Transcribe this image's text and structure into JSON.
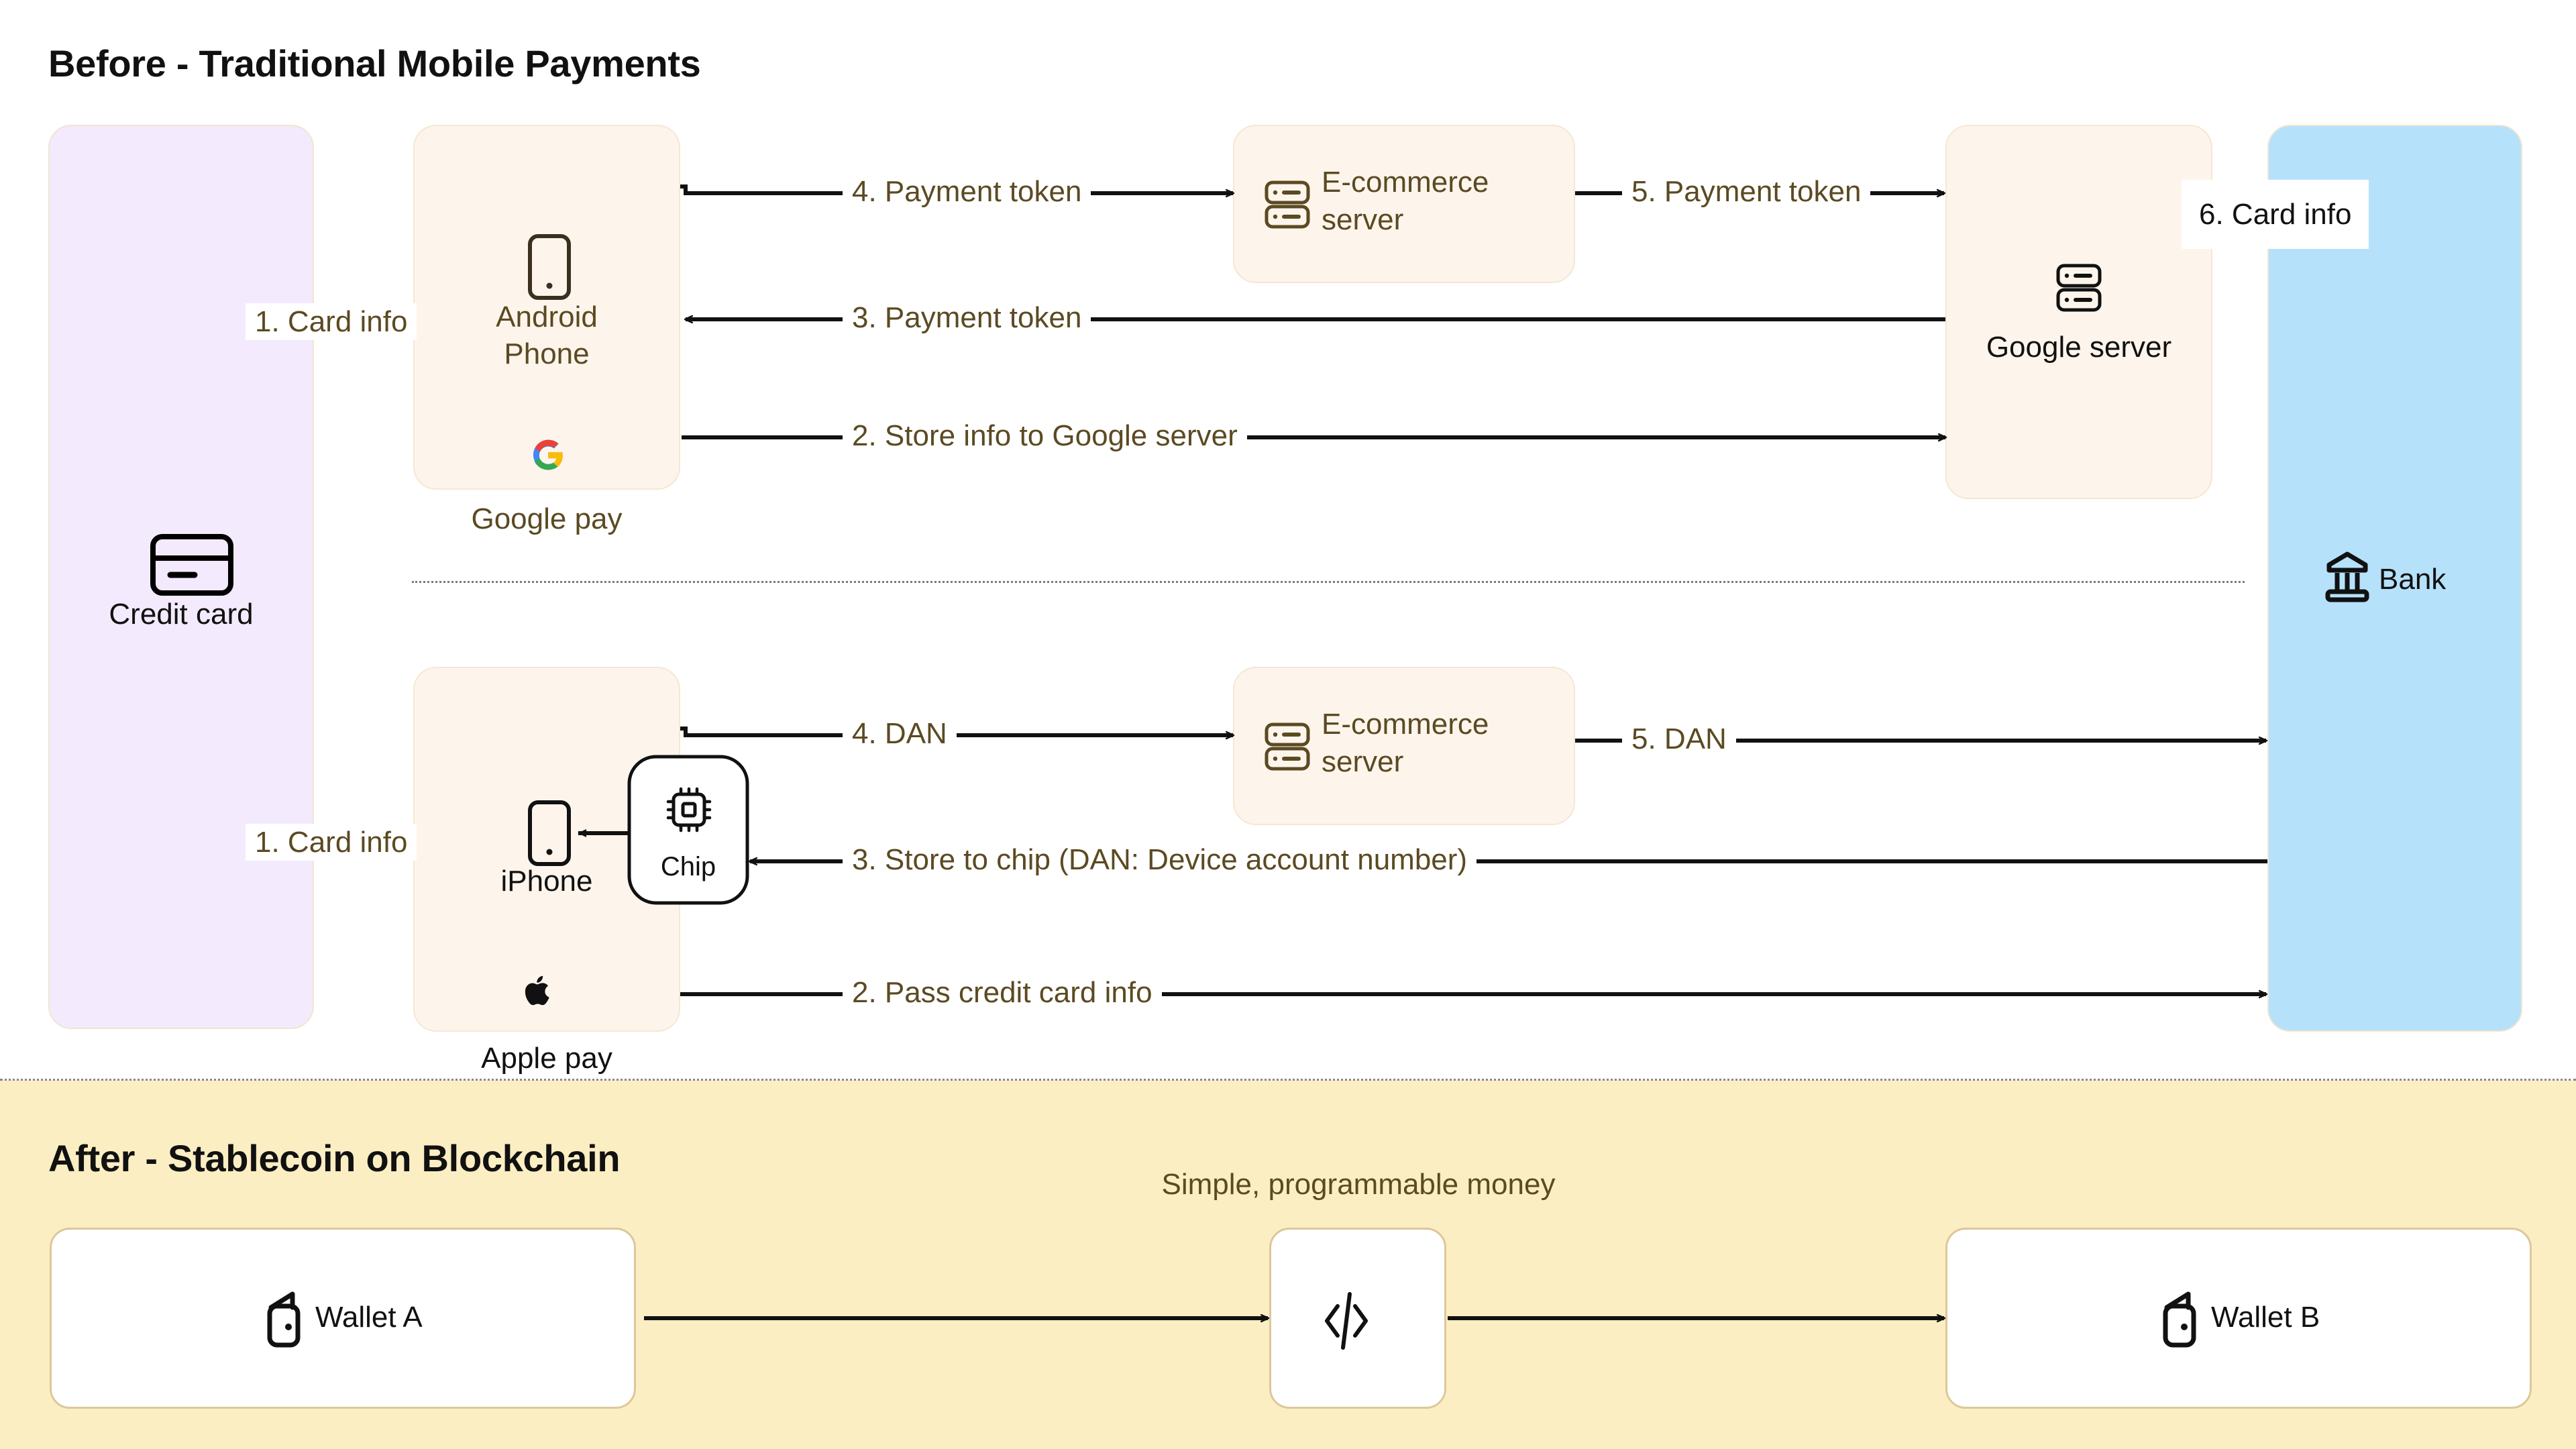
{
  "sections": {
    "before": {
      "title": "Before - Traditional Mobile Payments"
    },
    "after": {
      "title": "After - Stablecoin on Blockchain",
      "tagline": "Simple, programmable money"
    }
  },
  "nodes": {
    "credit_card": {
      "label": "Credit card",
      "icon": "credit-card-icon",
      "color": "#f3eafd"
    },
    "android_phone": {
      "label": "Android\nPhone",
      "label_line1": "Android",
      "label_line2": "Phone",
      "icon": "phone-icon",
      "caption": "Google pay",
      "brand_icon": "google-logo-icon",
      "color": "#fdf5ec"
    },
    "iphone": {
      "label": "iPhone",
      "icon": "phone-icon",
      "caption": "Apple pay",
      "brand_icon": "apple-logo-icon",
      "color": "#fdf5ec"
    },
    "chip": {
      "label": "Chip",
      "icon": "chip-icon",
      "color": "#ffffff"
    },
    "ecommerce_server_top": {
      "label_line1": "E-commerce",
      "label_line2": "server",
      "icon": "server-icon",
      "color": "#fdf5ec"
    },
    "ecommerce_server_bottom": {
      "label_line1": "E-commerce",
      "label_line2": "server",
      "icon": "server-icon",
      "color": "#fdf5ec"
    },
    "google_server": {
      "label": "Google server",
      "icon": "server-icon",
      "color": "#fdf5ec"
    },
    "bank": {
      "label": "Bank",
      "icon": "bank-icon",
      "color": "#b6e1fb"
    },
    "wallet_a": {
      "label": "Wallet A",
      "icon": "wallet-icon",
      "color": "#ffffff"
    },
    "wallet_b": {
      "label": "Wallet B",
      "icon": "wallet-icon",
      "color": "#ffffff"
    },
    "code_block": {
      "label": "",
      "icon": "code-icon",
      "color": "#ffffff"
    }
  },
  "edges": {
    "google_flow": [
      {
        "id": "g1",
        "label": "1. Card info"
      },
      {
        "id": "g2",
        "label": "2. Store info to Google server"
      },
      {
        "id": "g3",
        "label": "3. Payment token"
      },
      {
        "id": "g4",
        "label": "4. Payment token"
      },
      {
        "id": "g5",
        "label": "5. Payment token"
      },
      {
        "id": "g6",
        "label": "6. Card info"
      }
    ],
    "apple_flow": [
      {
        "id": "a1",
        "label": "1. Card info"
      },
      {
        "id": "a2",
        "label": "2. Pass credit card info"
      },
      {
        "id": "a3",
        "label": "3. Store to chip (DAN: Device account number)"
      },
      {
        "id": "a4",
        "label": "4. DAN"
      },
      {
        "id": "a5",
        "label": "5. DAN"
      }
    ]
  },
  "colors": {
    "brown_text": "#5b4a22",
    "black_text": "#111111",
    "cream_node": "#fdf5ec",
    "lavender_node": "#f3eafd",
    "blue_node": "#b6e1fb",
    "after_band": "#fceec3",
    "white_node_border": "#ddc79a",
    "arrow": "#111111"
  }
}
